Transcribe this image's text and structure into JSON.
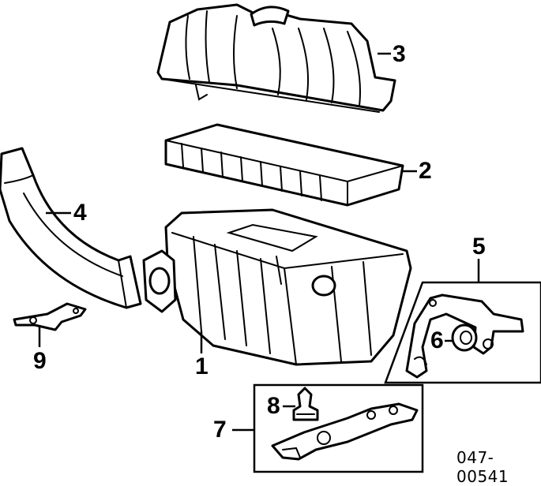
{
  "diagram": {
    "callouts": {
      "c1": "1",
      "c2": "2",
      "c3": "3",
      "c4": "4",
      "c5": "5",
      "c6": "6",
      "c7": "7",
      "c8": "8",
      "c9": "9"
    },
    "catalog_number": "047-00541"
  }
}
